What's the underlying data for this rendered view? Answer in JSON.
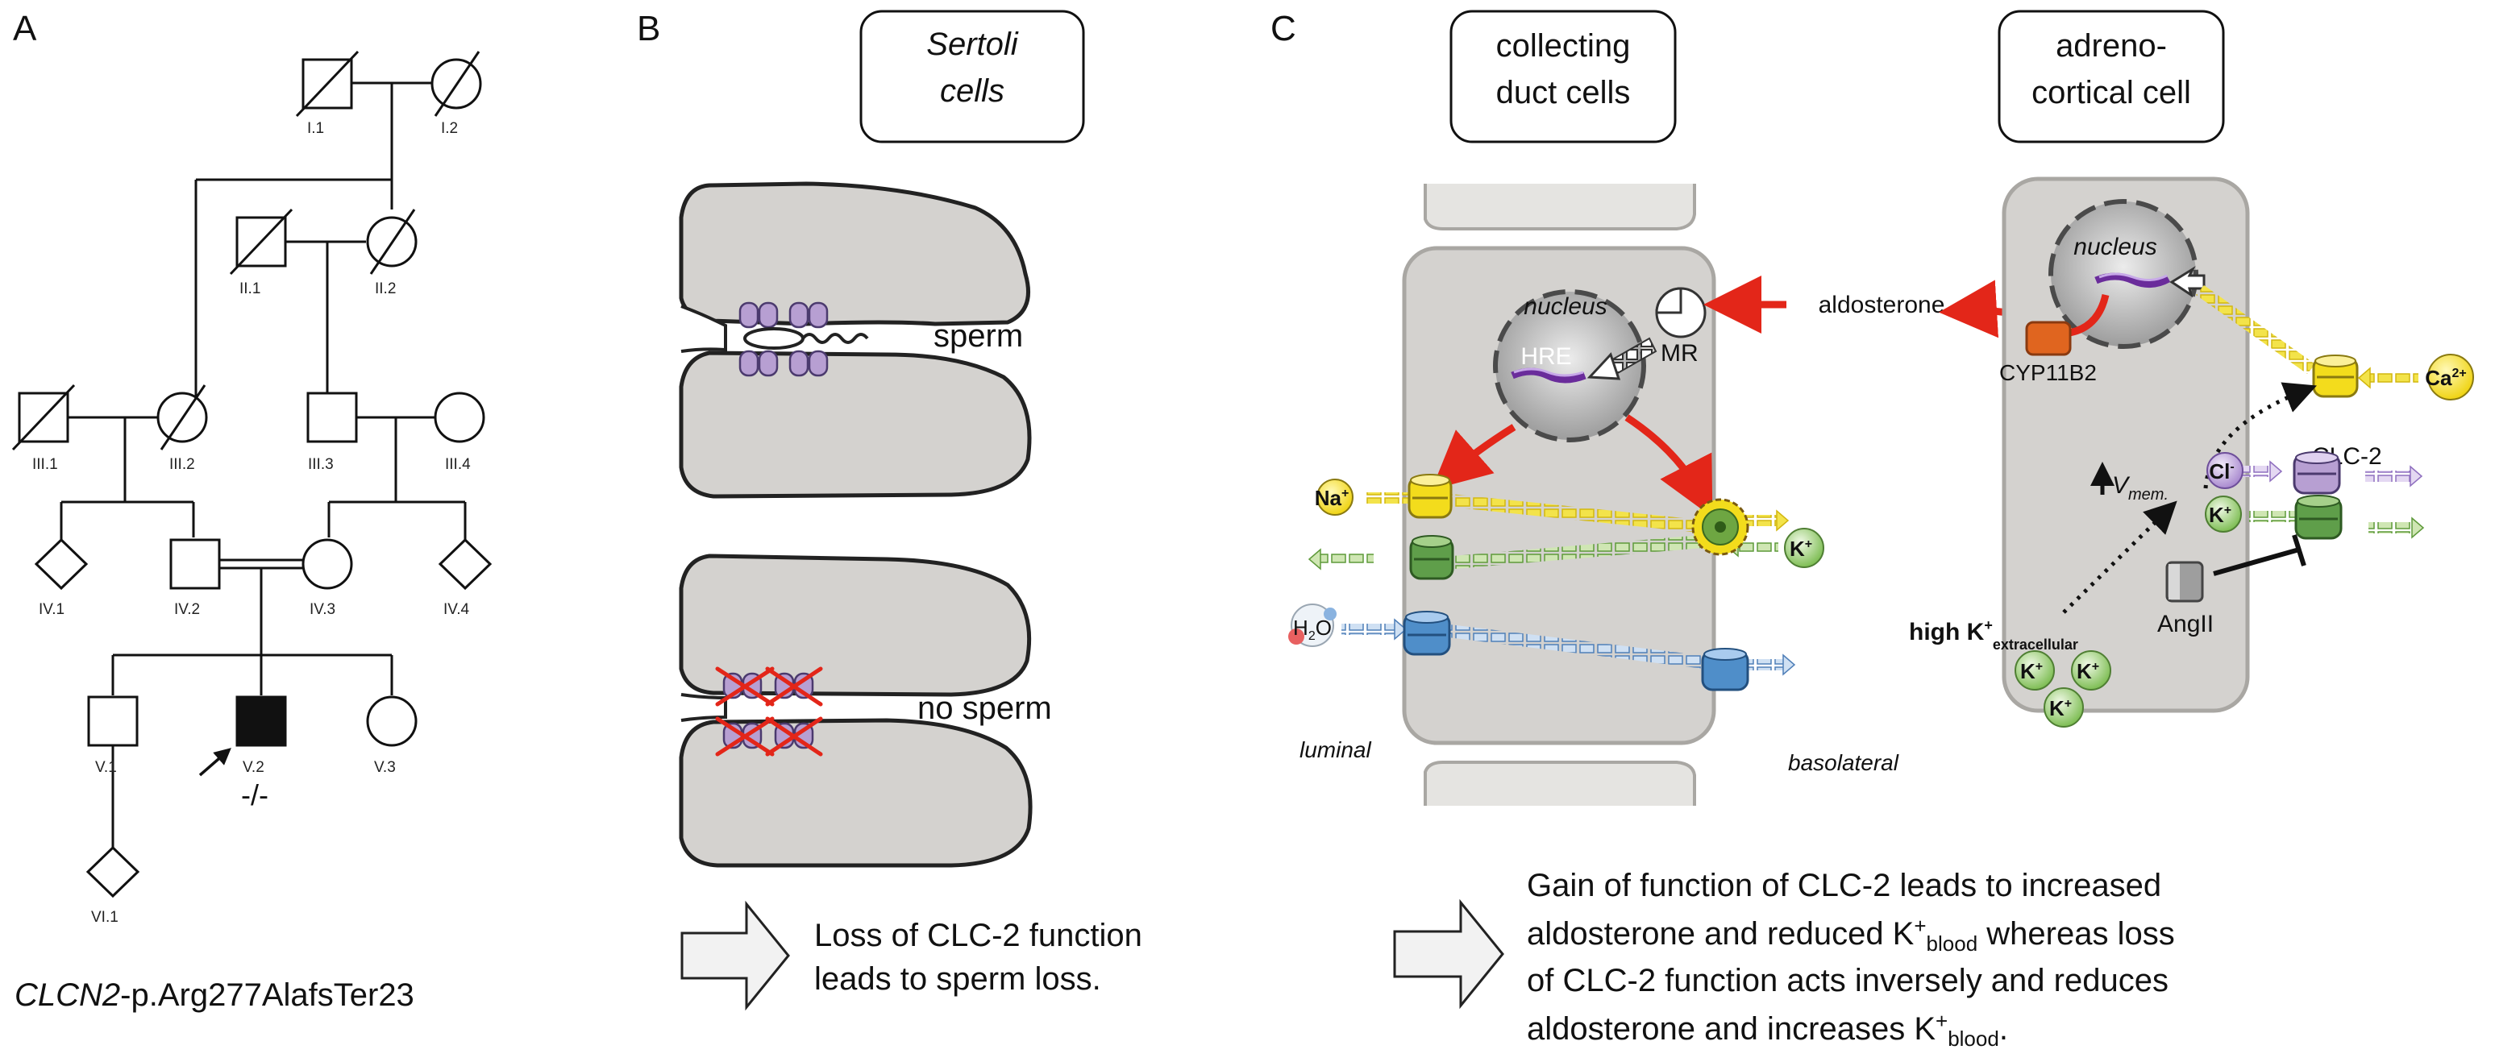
{
  "panels": {
    "a": {
      "letter": "A",
      "individuals": [
        "I.1",
        "I.2",
        "II.1",
        "II.2",
        "III.1",
        "III.2",
        "III.3",
        "III.4",
        "IV.1",
        "IV.2",
        "IV.3",
        "IV.4",
        "V.1",
        "V.2",
        "V.3",
        "VI.1"
      ],
      "genotype": "-/-",
      "variant_gene": "CLCN2",
      "variant_change": "-p.Arg277AlafsTer23"
    },
    "b": {
      "letter": "B",
      "header_line1": "Sertoli",
      "header_line2": "cells",
      "top_label": "sperm",
      "bottom_label": "no sperm",
      "conclusion_line1": "Loss of CLC-2 function",
      "conclusion_line2": "leads to sperm loss."
    },
    "c": {
      "letter": "C",
      "duct_header_line1": "collecting",
      "duct_header_line2": "duct cells",
      "adrenal_header_line1": "adreno-",
      "adrenal_header_line2": "cortical cell",
      "nucleus": "nucleus",
      "hre": "HRE",
      "mr": "MR",
      "aldosterone": "aldosterone",
      "cyp": "CYP11B2",
      "na": "Na",
      "na_sup": "+",
      "k": "K",
      "k_sup": "+",
      "h2o_h": "H",
      "h2o_sub": "2",
      "h2o_o": "O",
      "luminal": "luminal",
      "basolateral": "basolateral",
      "ca": "Ca",
      "ca_sup": "2+",
      "clc2": "CLC-2",
      "cl": "Cl",
      "cl_sup": "-",
      "vmem_v": "V",
      "vmem_sub": "mem.",
      "high_k_prefix": "high K",
      "high_k_sup": "+",
      "high_k_sub": "extracellular",
      "angii": "AngII",
      "conclusion_line1": "Gain of function of CLC-2 leads to increased",
      "conclusion_line2_a": "aldosterone and reduced K",
      "conclusion_line2_sup": "+",
      "conclusion_line2_sub": "blood",
      "conclusion_line2_b": " whereas loss",
      "conclusion_line3": "of CLC-2 function acts inversely and reduces",
      "conclusion_line4_a": "aldosterone and increases K",
      "conclusion_line4_sup": "+",
      "conclusion_line4_sub": "blood",
      "conclusion_line4_b": "."
    }
  },
  "colors": {
    "cell_fill": "#d4d2cf",
    "arrow_red": "#e32619",
    "channel_yellow": "#f3dc1c",
    "channel_green": "#5f9e4a",
    "channel_blue": "#4f8ec9",
    "channel_purple": "#b79fd2",
    "cyp_orange": "#e0651f",
    "hre_purple": "#6a2c9b"
  }
}
